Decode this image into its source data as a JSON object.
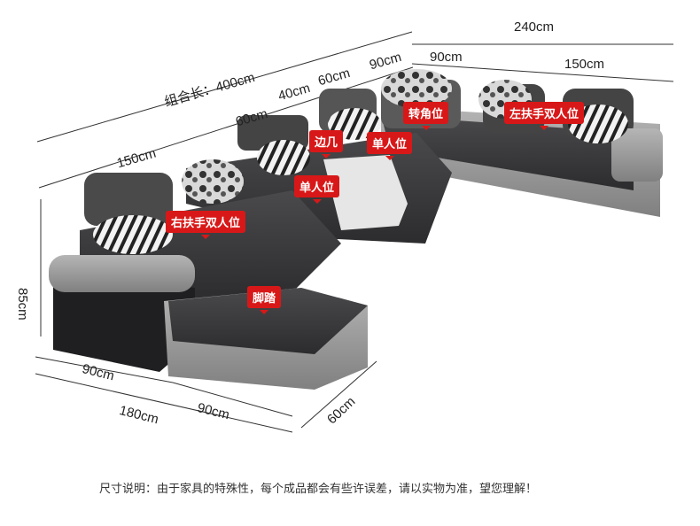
{
  "dimensions": {
    "total_length": "组合长：400cm",
    "top_right_total": "240cm",
    "top_right_a": "90cm",
    "top_right_b": "150cm",
    "top_left_a": "150cm",
    "top_left_b": "60cm",
    "top_left_c": "40cm",
    "top_left_d": "60cm",
    "top_left_e": "90cm",
    "height": "85cm",
    "bottom_a": "90cm",
    "bottom_b": "90cm",
    "bottom_total": "180cm",
    "depth": "60cm"
  },
  "tags": {
    "corner": "转角位",
    "left_double": "左扶手双人位",
    "side_table": "边几",
    "single_a": "单人位",
    "single_b": "单人位",
    "right_double": "右扶手双人位",
    "ottoman": "脚踏"
  },
  "note": "尺寸说明：由于家具的特殊性，每个成品都会有些许误差，请以实物为准，望您理解！",
  "colors": {
    "fabric": "#3a3a3c",
    "leather": "#9a9a9a",
    "tag": "#d81818"
  }
}
